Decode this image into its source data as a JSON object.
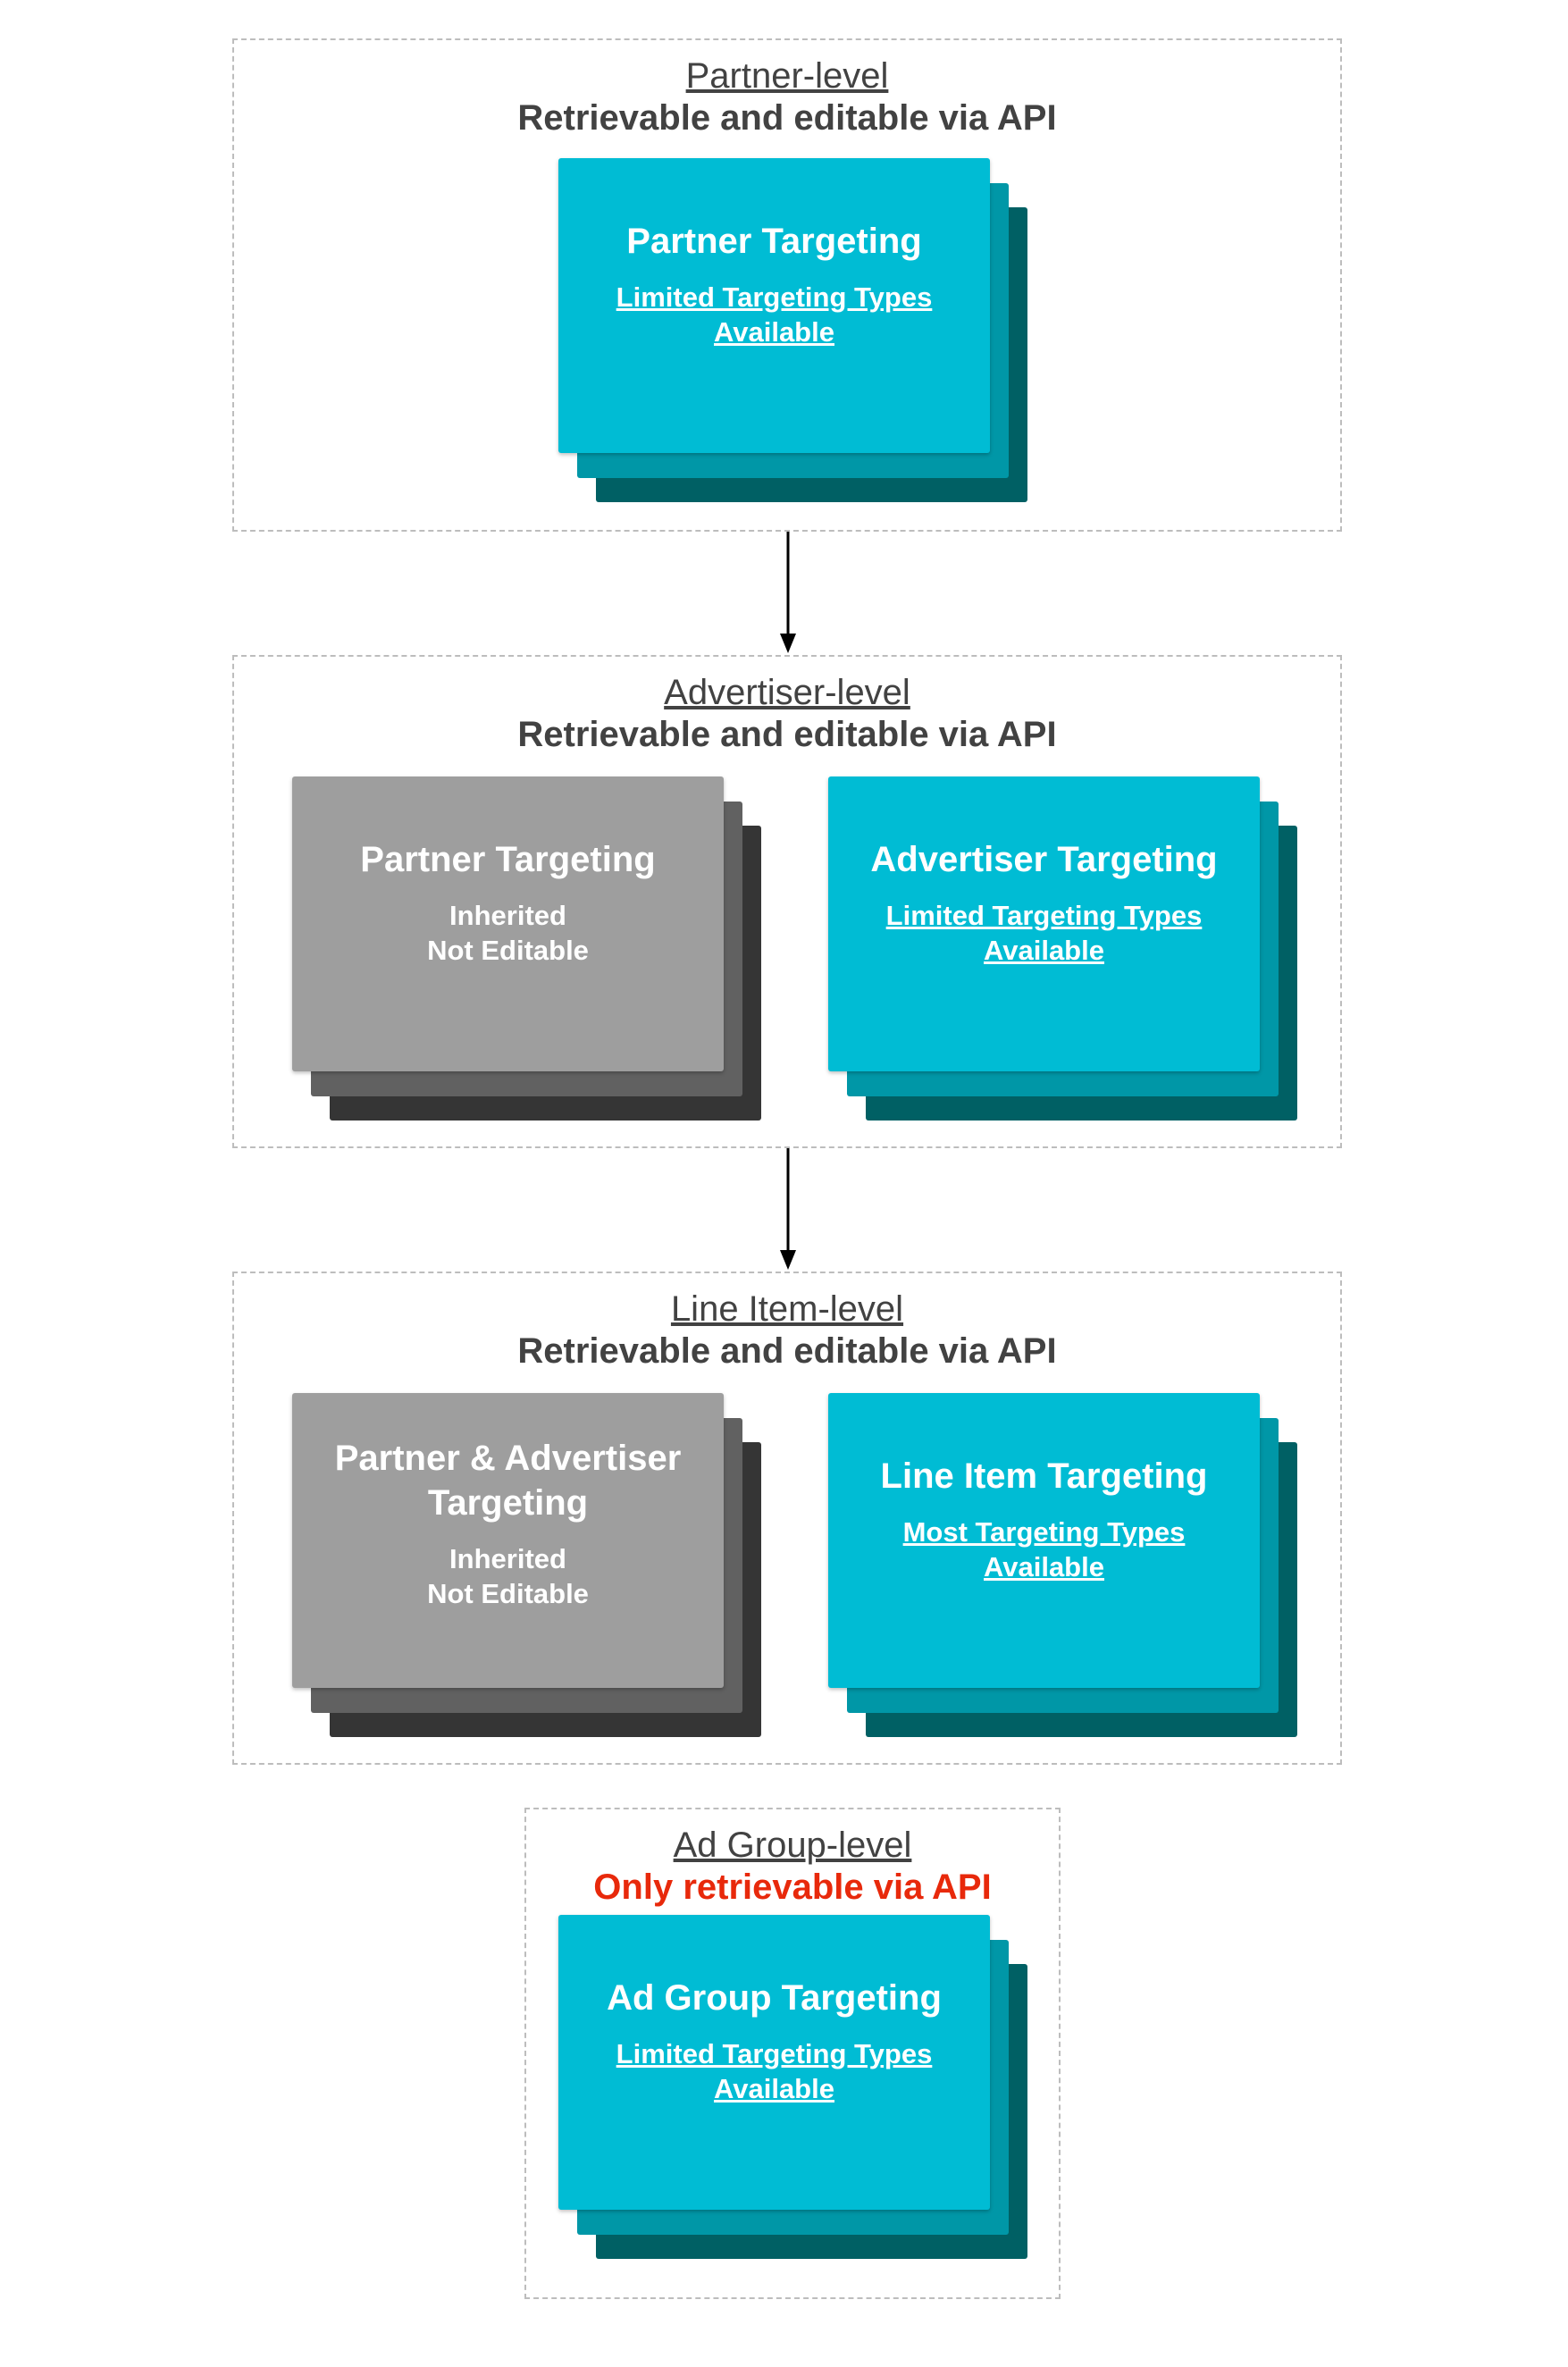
{
  "sections": {
    "partner": {
      "title": "Partner-level",
      "subtitle": "Retrievable and editable via API",
      "card": {
        "title": "Partner Targeting",
        "link_line1": "Limited Targeting Types",
        "link_line2": "Available"
      }
    },
    "advertiser": {
      "title": "Advertiser-level",
      "subtitle": "Retrievable and editable via API",
      "inherited_card": {
        "title": "Partner Targeting",
        "note_line1": "Inherited",
        "note_line2": "Not Editable"
      },
      "card": {
        "title": "Advertiser Targeting",
        "link_line1": "Limited Targeting Types",
        "link_line2": "Available"
      }
    },
    "line_item": {
      "title": "Line Item-level",
      "subtitle": "Retrievable and editable via API",
      "inherited_card": {
        "title_line1": "Partner & Advertiser",
        "title_line2": "Targeting",
        "note_line1": "Inherited",
        "note_line2": "Not Editable"
      },
      "card": {
        "title": "Line Item Targeting",
        "link_line1": "Most Targeting Types",
        "link_line2": "Available"
      }
    },
    "ad_group": {
      "title": "Ad Group-level",
      "subtitle": "Only retrievable via API",
      "card": {
        "title": "Ad Group Targeting",
        "link_line1": "Limited Targeting Types",
        "link_line2": "Available"
      }
    }
  },
  "colors": {
    "teal_front": "#00bcd4",
    "teal_mid": "#0097a7",
    "teal_back": "#006064",
    "gray_front": "#9e9e9e",
    "gray_mid": "#616161",
    "gray_back": "#353535",
    "warning_text": "#e8290b",
    "border": "#bdbdbd"
  }
}
